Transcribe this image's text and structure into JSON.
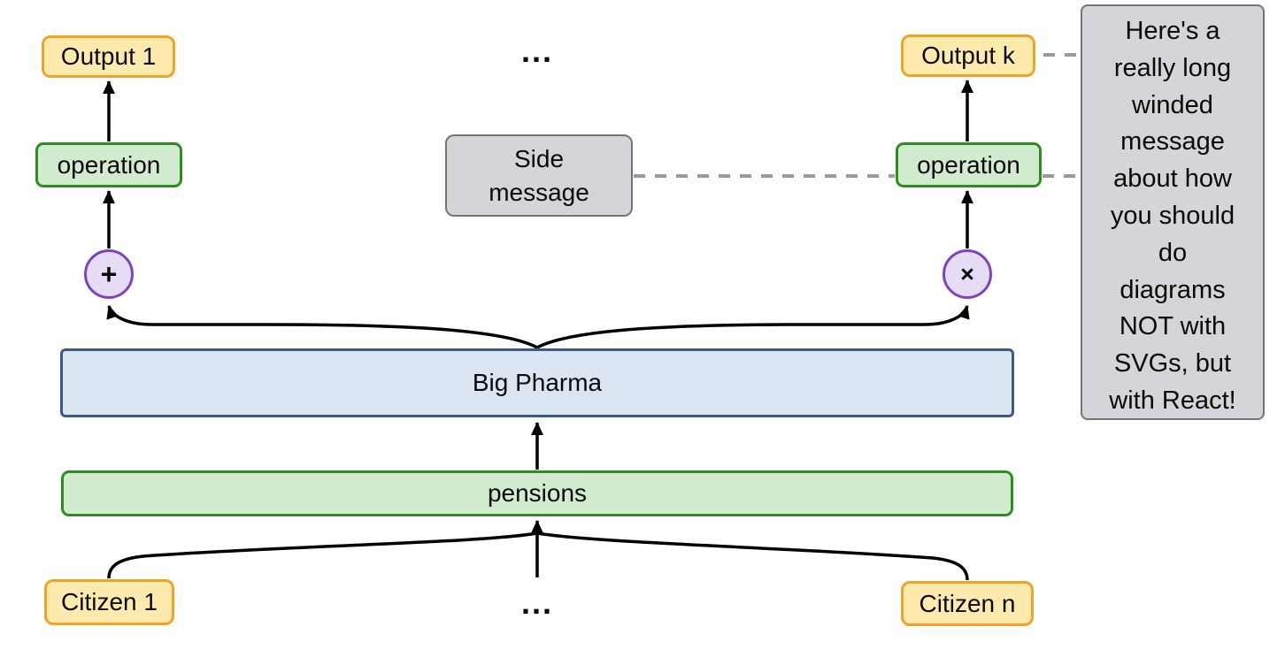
{
  "colors": {
    "yellow_fill": "#ffeaad",
    "yellow_border": "#efa428",
    "green_fill": "#d1ebcf",
    "green_border": "#2f8c20",
    "blue_fill": "#dce6f3",
    "blue_border": "#3c5a89",
    "purple_fill": "#e6dcf5",
    "purple_border": "#7d44c1",
    "gray_fill": "#d4d4d9",
    "gray_border": "#737378",
    "arrow_color": "#000000",
    "dashed_color": "#9a9a9a",
    "text_color": "#0a0a0a"
  },
  "nodes": {
    "output_1": {
      "label": "Output 1"
    },
    "output_k": {
      "label": "Output k"
    },
    "ellipsis_top": {
      "label": "..."
    },
    "operation_left": {
      "label": "operation"
    },
    "operation_right": {
      "label": "operation"
    },
    "side_message": {
      "label": "Side\nmessage"
    },
    "plus_op": {
      "label": "+"
    },
    "times_op": {
      "label": "×"
    },
    "big_pharma": {
      "label": "Big Pharma"
    },
    "pensions": {
      "label": "pensions"
    },
    "citizen_1": {
      "label": "Citizen 1"
    },
    "ellipsis_bottom": {
      "label": "..."
    },
    "citizen_n": {
      "label": "Citizen n"
    },
    "annotation_note": {
      "label": "Here's a\nreally long\nwinded\nmessage\nabout how\nyou should\ndo\ndiagrams\nNOT with\nSVGs, but\nwith React!"
    }
  }
}
